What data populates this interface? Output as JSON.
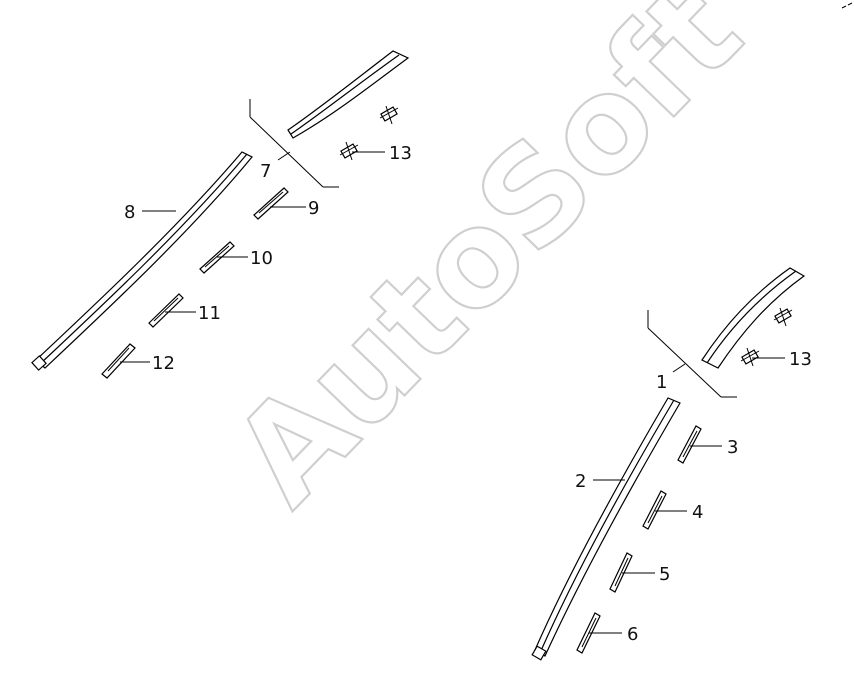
{
  "watermark": "AutoSoft",
  "callouts": {
    "c1": "1",
    "c2": "2",
    "c3": "3",
    "c4": "4",
    "c5": "5",
    "c6": "6",
    "c7": "7",
    "c8": "8",
    "c9": "9",
    "c10": "10",
    "c11": "11",
    "c12": "12",
    "c13a": "13",
    "c13b": "13"
  }
}
